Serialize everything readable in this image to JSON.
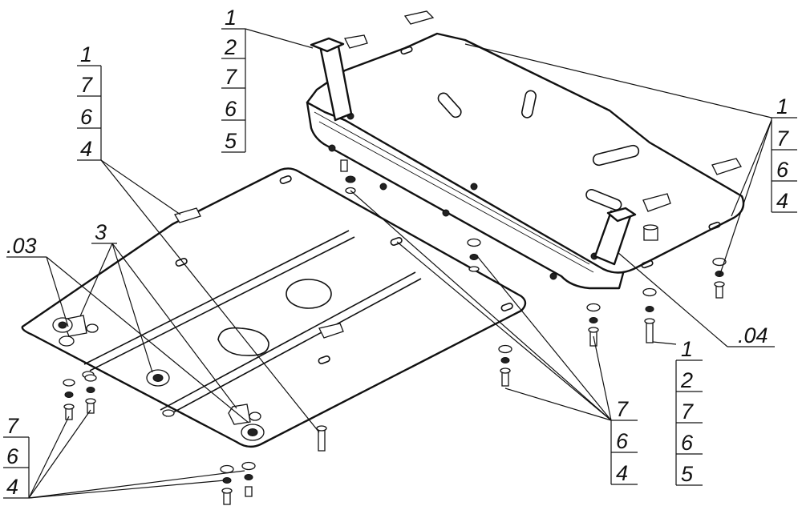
{
  "diagram": {
    "callouts": [
      {
        "id": "stack-top-center",
        "labels": [
          "1",
          "2",
          "7",
          "6",
          "5"
        ]
      },
      {
        "id": "stack-top-left",
        "labels": [
          "1",
          "7",
          "6",
          "4"
        ]
      },
      {
        "id": "stack-right-upper",
        "labels": [
          "1",
          "7",
          "6",
          "4"
        ]
      },
      {
        "id": "stack-right-lower",
        "labels": [
          "1",
          "2",
          "7",
          "6",
          "5"
        ]
      },
      {
        "id": "stack-bottom-center",
        "labels": [
          "7",
          "6",
          "4"
        ]
      },
      {
        "id": "stack-bottom-left",
        "labels": [
          "7",
          "6",
          "4"
        ]
      }
    ],
    "single_labels": {
      "front_part": ".03",
      "rear_part": ".04",
      "item3": "3"
    }
  }
}
